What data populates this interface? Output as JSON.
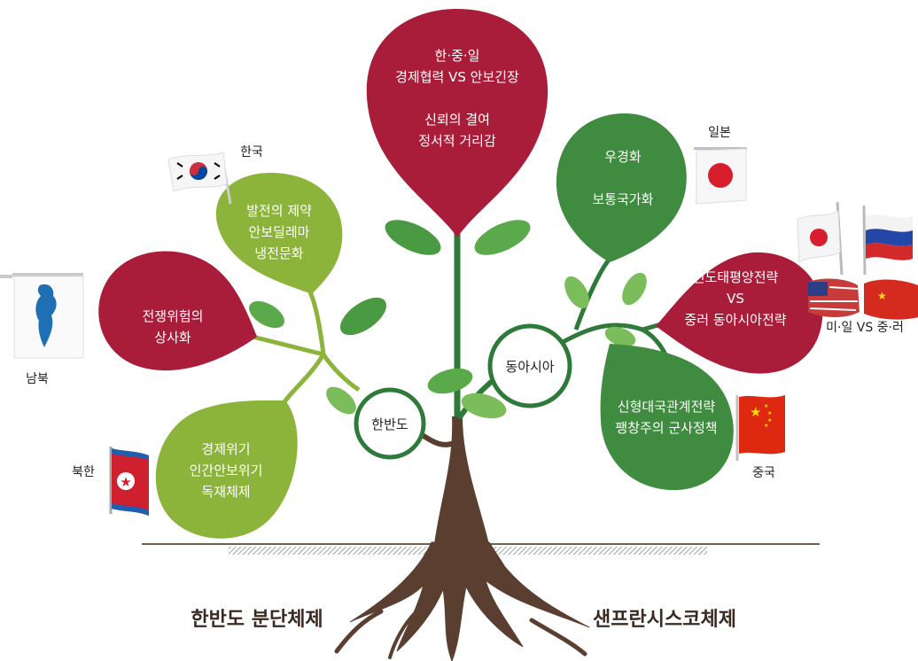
{
  "center": {
    "line1": "한·중·일",
    "line2": "경제협력 VS 안보긴장",
    "line3": "신뢰의 결여",
    "line4": "정서적 거리감"
  },
  "hub_left": "한반도",
  "hub_right": "동아시아",
  "left_leaves": {
    "korea": [
      "발전의 제약",
      "안보딜레마",
      "냉전문화"
    ],
    "both": [
      "전쟁위험의",
      "상사화"
    ],
    "north": [
      "경제위기",
      "인간안보위기",
      "독재체제"
    ]
  },
  "right_leaves": {
    "japan": [
      "우경화",
      "보통국가화"
    ],
    "strategy": [
      "인도태평양전략",
      "VS",
      "중러 동아시아전략"
    ],
    "china": [
      "신형대국관계전략",
      "팽창주의 군사정책"
    ]
  },
  "flag_labels": {
    "south_korea": "한국",
    "both_koreas": "남북",
    "north_korea": "북한",
    "japan": "일본",
    "rivalry": "미·일 VS 중·러",
    "china": "중국"
  },
  "roots": {
    "left": "한반도 분단체제",
    "right": "샌프란시스코체제"
  },
  "colors": {
    "crimson": "#a91d3a",
    "lime": "#8cb43b",
    "forest": "#3f8b3f",
    "trunk": "#5a3f31",
    "stem": "#2e7a3a"
  }
}
